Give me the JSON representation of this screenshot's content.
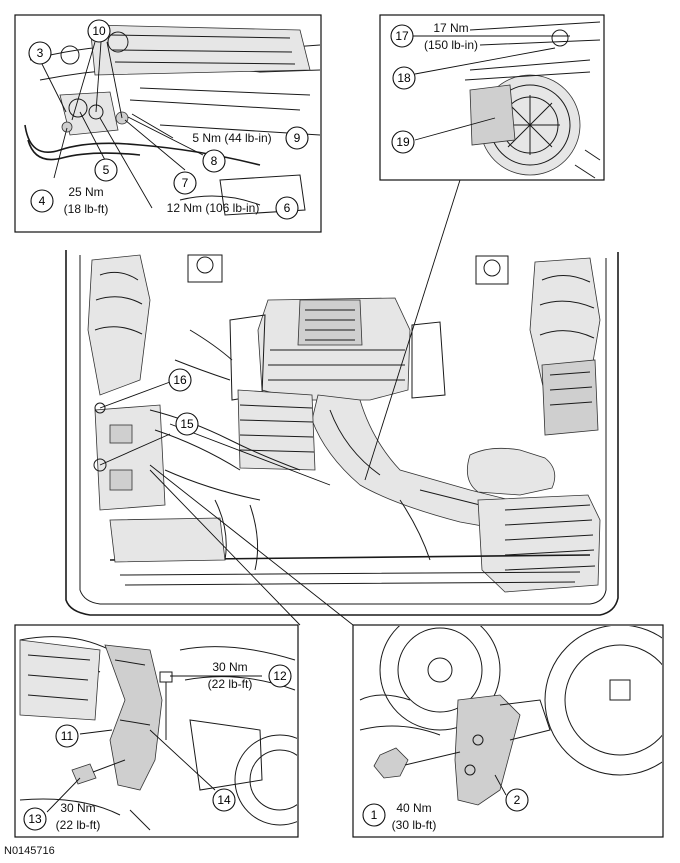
{
  "figure_id": "N0145716",
  "callouts": {
    "c1": "1",
    "c2": "2",
    "c3": "3",
    "c4": "4",
    "c5": "5",
    "c6": "6",
    "c7": "7",
    "c8": "8",
    "c9": "9",
    "c10": "10",
    "c11": "11",
    "c12": "12",
    "c13": "13",
    "c14": "14",
    "c15": "15",
    "c16": "16",
    "c17": "17",
    "c18": "18",
    "c19": "19"
  },
  "torque": {
    "t9": "5 Nm (44 lb-in)",
    "t4_nm": "25 Nm",
    "t4_lb": "(18 lb-ft)",
    "t6": "12 Nm (106 lb-in)",
    "t17_nm": "17 Nm",
    "t17_lb": "(150 lb-in)",
    "t12_nm": "30 Nm",
    "t12_lb": "(22 lb-ft)",
    "t13_nm": "30 Nm",
    "t13_lb": "(22 lb-ft)",
    "t1_nm": "40 Nm",
    "t1_lb": "(30 lb-ft)"
  }
}
